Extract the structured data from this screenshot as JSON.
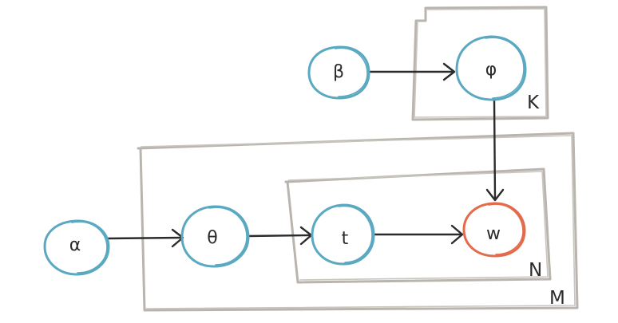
{
  "colors": {
    "node_stroke": "#5aa9c1",
    "observed_stroke": "#e46a4c",
    "edge": "#2b2b2b",
    "plate": "#b9b5ae"
  },
  "plates": {
    "K": "K",
    "M": "M",
    "N": "N"
  },
  "nodes": {
    "alpha": "α",
    "beta": "β",
    "theta": "θ",
    "phi": "φ",
    "t": "t",
    "w": "w"
  },
  "edges": [
    {
      "from": "beta",
      "to": "phi"
    },
    {
      "from": "alpha",
      "to": "theta"
    },
    {
      "from": "theta",
      "to": "t"
    },
    {
      "from": "t",
      "to": "w"
    },
    {
      "from": "phi",
      "to": "w"
    }
  ]
}
